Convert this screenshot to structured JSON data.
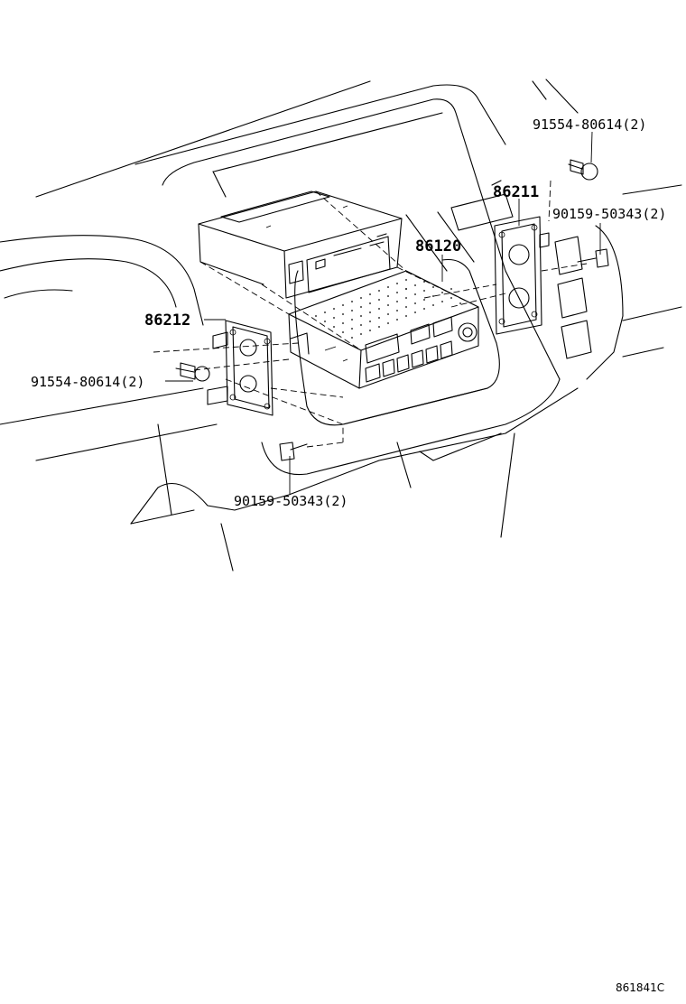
{
  "labels": {
    "p86211": "86211",
    "p86120": "86120",
    "p86212": "86212",
    "bolt_top_right": "91554-80614(2)",
    "screw_right": "90159-50343(2)",
    "bolt_left": "91554-80614(2)",
    "screw_bottom": "90159-50343(2)"
  },
  "diagram_code": "861841C"
}
